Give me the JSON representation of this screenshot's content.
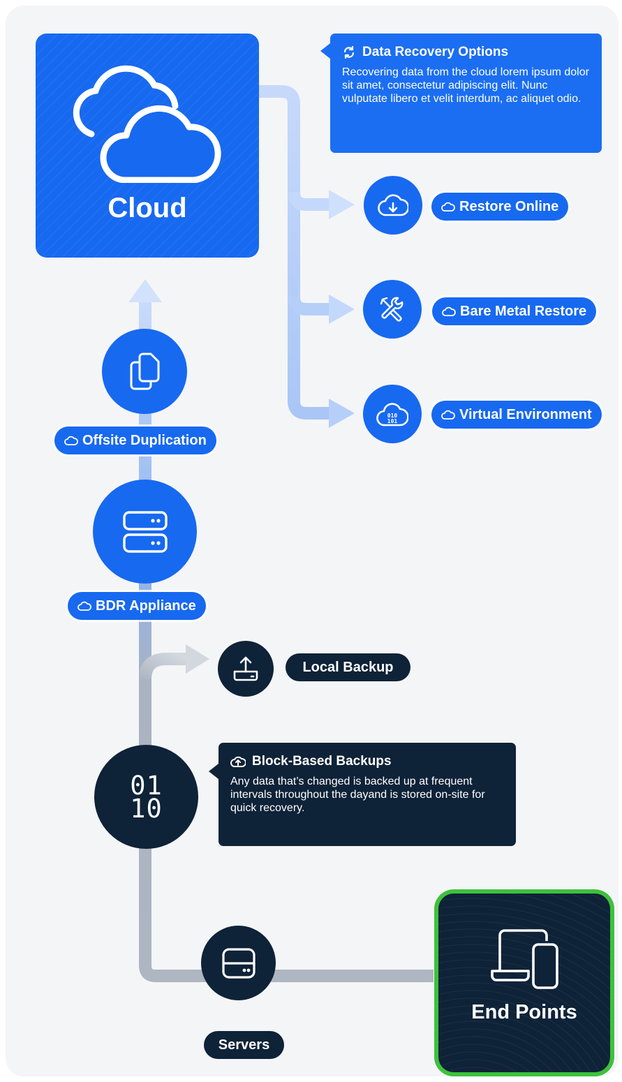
{
  "cloud": {
    "title": "Cloud"
  },
  "recovery_callout": {
    "title": "Data Recovery Options",
    "body": "Recovering data from the cloud lorem ipsum dolor sit amet, consectetur adipiscing elit. Nunc vulputate libero et velit interdum, ac aliquet odio.",
    "icon": "sync-icon"
  },
  "recovery_options": [
    {
      "label": "Restore Online",
      "icon": "cloud-download-icon"
    },
    {
      "label": "Bare Metal Restore",
      "icon": "tools-icon"
    },
    {
      "label": "Virtual Environment",
      "icon": "cloud-binary-icon"
    }
  ],
  "offsite": {
    "label": "Offsite Duplication",
    "icon": "copy-icon"
  },
  "bdr": {
    "label": "BDR Appliance",
    "icon": "server-stack-icon"
  },
  "local_backup": {
    "label": "Local Backup",
    "icon": "upload-icon"
  },
  "block_callout": {
    "title": "Block-Based Backups",
    "body": "Any data that’s changed is backed up at frequent intervals throughout the dayand is stored on-site for quick recovery.",
    "icon": "cloud-upload-icon"
  },
  "binary": {
    "line1": "01",
    "line2": "10"
  },
  "servers": {
    "label": "Servers",
    "icon": "server-icon"
  },
  "endpoints": {
    "title": "End Points",
    "icon": "laptop-phone-icon"
  },
  "colors": {
    "primary_blue": "#1769f0",
    "navy": "#0e2238",
    "green_border": "#3ec13c",
    "background": "#f4f5f7"
  }
}
